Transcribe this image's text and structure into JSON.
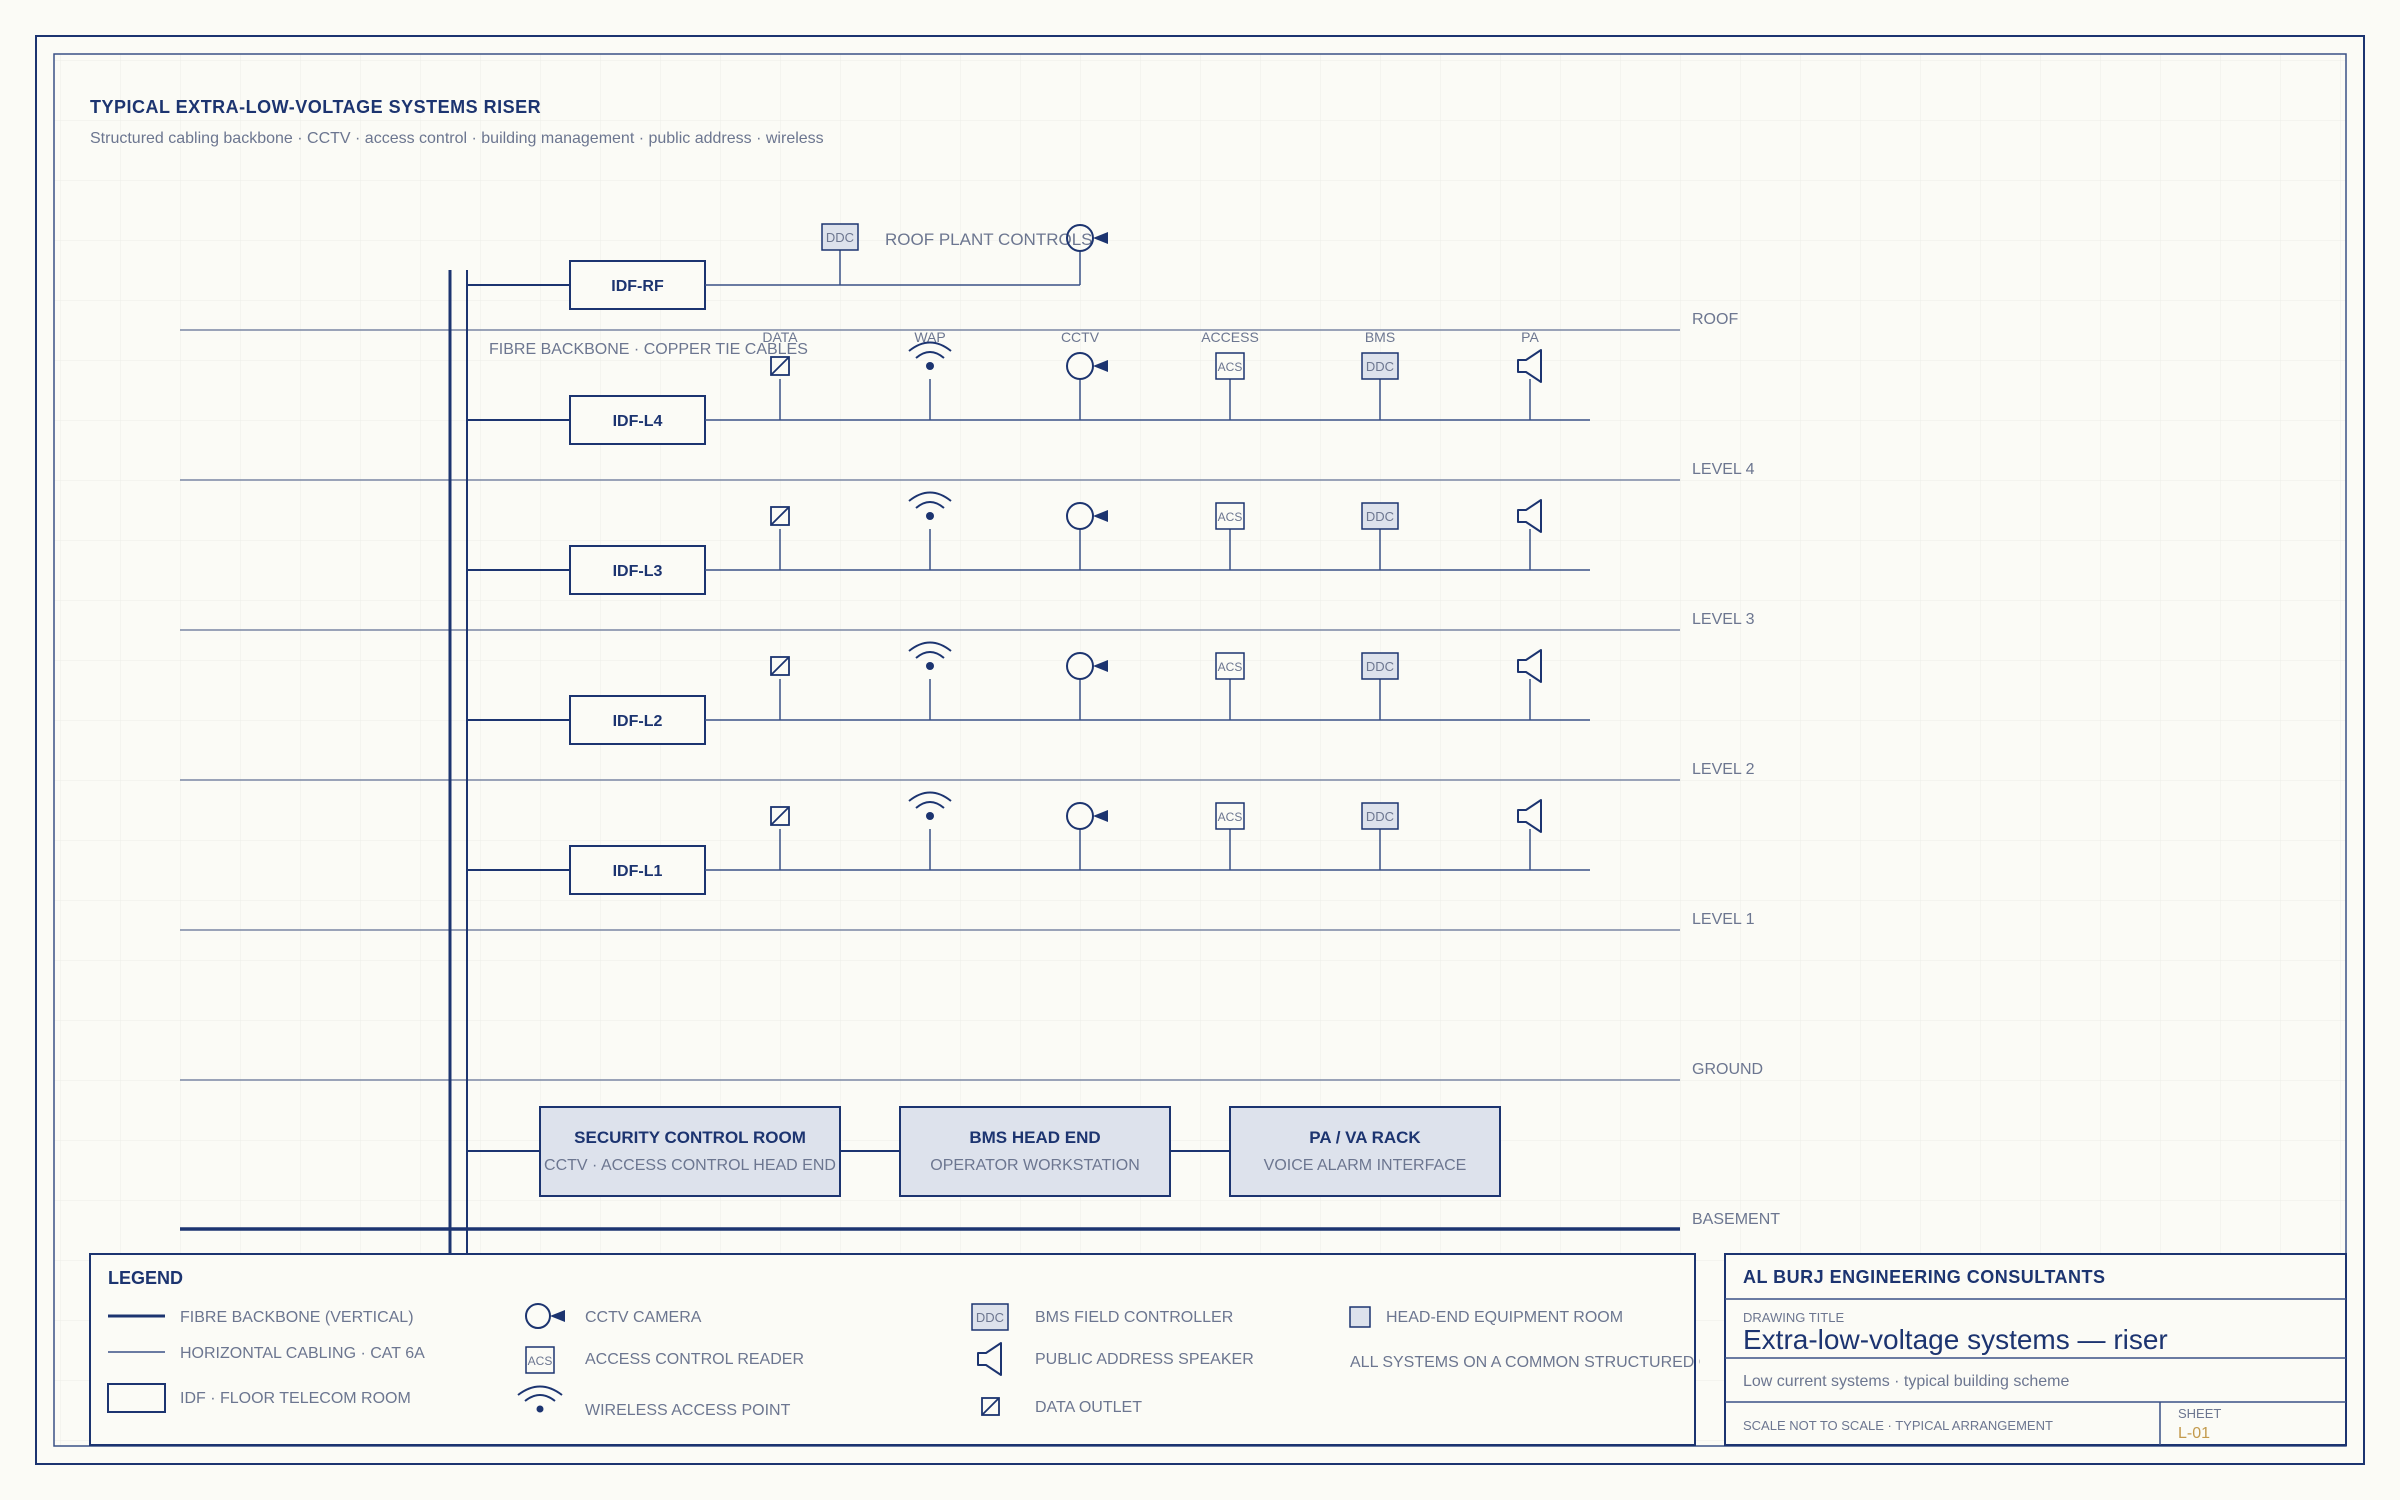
{
  "colors": {
    "ink": "#1c3470",
    "line": "#3a5186",
    "muted": "#6c7690",
    "fill": "#dde2ec",
    "paper": "#fbfbf6",
    "grid": "#eceee8",
    "accent": "#c39a4c"
  },
  "header": {
    "title": "TYPICAL EXTRA-LOW-VOLTAGE SYSTEMS RISER",
    "subtitle": "Structured cabling backbone · CCTV · access control · building management · public address · wireless"
  },
  "levels": [
    "ROOF",
    "LEVEL 4",
    "LEVEL 3",
    "LEVEL 2",
    "LEVEL 1",
    "GROUND",
    "BASEMENT"
  ],
  "idfs": [
    "IDF-RF",
    "IDF-L4",
    "IDF-L3",
    "IDF-L2",
    "IDF-L1"
  ],
  "device_headers": [
    "DATA",
    "WAP",
    "CCTV",
    "ACCESS",
    "BMS",
    "PA"
  ],
  "device_tags": {
    "access": "ACS",
    "bms": "DDC"
  },
  "roof": {
    "controller_tag": "DDC",
    "label": "ROOF PLANT CONTROLS"
  },
  "backbone_label": "FIBRE BACKBONE · COPPER TIE CABLES",
  "head_end": [
    {
      "title": "SECURITY CONTROL ROOM",
      "subtitle": "CCTV · ACCESS CONTROL HEAD END"
    },
    {
      "title": "BMS HEAD END",
      "subtitle": "OPERATOR WORKSTATION"
    },
    {
      "title": "PA / VA RACK",
      "subtitle": "VOICE ALARM INTERFACE"
    }
  ],
  "legend": {
    "title": "LEGEND",
    "items": [
      "FIBRE BACKBONE (VERTICAL)",
      "HORIZONTAL CABLING · CAT 6A",
      "IDF · FLOOR TELECOM ROOM",
      "CCTV CAMERA",
      "ACCESS CONTROL READER",
      "WIRELESS ACCESS POINT",
      "BMS FIELD CONTROLLER",
      "PUBLIC ADDRESS SPEAKER",
      "DATA OUTLET",
      "HEAD-END EQUIPMENT ROOM"
    ],
    "note": "ALL SYSTEMS ON A COMMON STRUCTURED CABLING INFRASTRUCTURE",
    "acs_tag": "ACS",
    "ddc_tag": "DDC"
  },
  "title_block": {
    "company": "AL BURJ ENGINEERING CONSULTANTS",
    "drawing_title_label": "DRAWING TITLE",
    "drawing_title": "Extra-low-voltage systems — riser",
    "description": "Low current systems · typical building scheme",
    "scale": "SCALE NOT TO SCALE · TYPICAL ARRANGEMENT",
    "sheet_label": "SHEET",
    "sheet": "L-01"
  }
}
